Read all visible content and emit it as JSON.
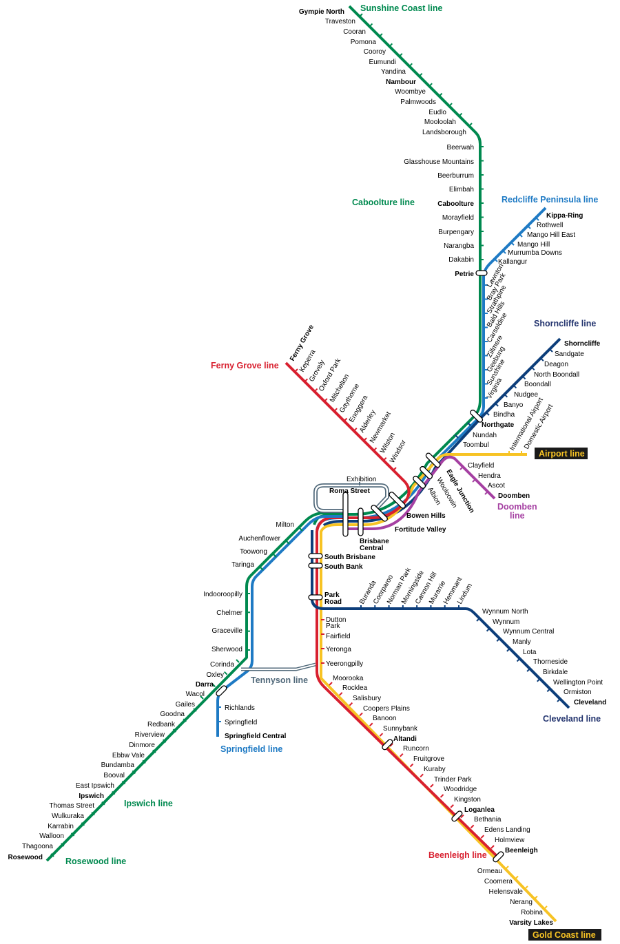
{
  "colors": {
    "green": "#00894f",
    "blue": "#1e7ac4",
    "navy": "#0d3e7a",
    "red": "#d8202f",
    "yellow": "#f7c324",
    "purple": "#a540a2",
    "grey": "#51697a",
    "navy_label": "#24356f"
  },
  "lines": {
    "sunshine_coast": "Sunshine Coast line",
    "caboolture": "Caboolture line",
    "redcliffe": "Redcliffe Peninsula line",
    "shorncliffe": "Shorncliffe line",
    "ferny_grove": "Ferny Grove line",
    "airport": "Airport line",
    "doomben": [
      "Doomben",
      "line"
    ],
    "tennyson": "Tennyson line",
    "springfield": "Springfield line",
    "ipswich": "Ipswich line",
    "rosewood": "Rosewood line",
    "cleveland": "Cleveland line",
    "beenleigh": "Beenleigh line",
    "gold_coast": "Gold Coast line"
  },
  "stations": {
    "sunshine_coast": [
      "Gympie North",
      "Traveston",
      "Cooran",
      "Pomona",
      "Cooroy",
      "Eumundi",
      "Yandina",
      "Nambour",
      "Woombye",
      "Palmwoods",
      "Eudlo",
      "Mooloolah",
      "Landsborough"
    ],
    "caboolture": [
      "Beerwah",
      "Glasshouse Mountains",
      "Beerburrum",
      "Elimbah",
      "Caboolture",
      "Morayfield",
      "Burpengary",
      "Narangba",
      "Dakabin",
      "Petrie"
    ],
    "redcliffe": [
      "Kippa-Ring",
      "Rothwell",
      "Mango Hill East",
      "Mango Hill",
      "Murrumba Downs",
      "Kallangur"
    ],
    "north_trunk": [
      "Lawnton",
      "Bray Park",
      "Strathpine",
      "Bald Hills",
      "Carseldine",
      "Zillmere",
      "Geebung",
      "Sunshine",
      "Virginia"
    ],
    "shorncliffe": [
      "Shorncliffe",
      "Sandgate",
      "Deagon",
      "North Boondall",
      "Boondall",
      "Nudgee",
      "Banyo",
      "Bindha"
    ],
    "inner_north": [
      "Northgate",
      "Nundah",
      "Toombul"
    ],
    "airport": [
      "International Airport",
      "Domestic Airport"
    ],
    "doomben": [
      "Clayfield",
      "Hendra",
      "Ascot",
      "Doomben"
    ],
    "inner_east": [
      "Eagle Junction",
      "Wooloowin",
      "Albion"
    ],
    "ferny_grove": [
      "Ferny Grove",
      "Keperra",
      "Grovely",
      "Oxford Park",
      "Mitchelton",
      "Gaythorne",
      "Enoggera",
      "Alderley",
      "Newmarket",
      "Wilston",
      "Windsor"
    ],
    "city": [
      "Exhibition",
      "Roma Street",
      "Bowen Hills",
      "Fortitude Valley",
      "Brisbane",
      "Central",
      "South Brisbane",
      "South Bank",
      "Park",
      "Road"
    ],
    "western": [
      "Milton",
      "Auchenflower",
      "Toowong",
      "Taringa",
      "Indooroopilly",
      "Chelmer",
      "Graceville",
      "Sherwood",
      "Corinda",
      "Oxley",
      "Darra"
    ],
    "ipswich": [
      "Wacol",
      "Gailes",
      "Goodna",
      "Redbank",
      "Riverview",
      "Dinmore",
      "Ebbw Vale",
      "Bundamba",
      "Booval",
      "East Ipswich",
      "Ipswich",
      "Thomas Street",
      "Wulkuraka",
      "Karrabin",
      "Walloon",
      "Thagoona",
      "Rosewood"
    ],
    "springfield": [
      "Richlands",
      "Springfield",
      "Springfield Central"
    ],
    "cleveland_inner": [
      "Buranda",
      "Coorparoo",
      "Norman Park",
      "Morningside",
      "Cannon Hill",
      "Murarrie",
      "Hemmant",
      "Lindum"
    ],
    "cleveland_outer": [
      "Wynnum North",
      "Wynnum",
      "Wynnum Central",
      "Manly",
      "Lota",
      "Thorneside",
      "Birkdale",
      "Wellington Point",
      "Ormiston",
      "Cleveland"
    ],
    "beenleigh_inner": [
      "Dutton",
      "Park",
      "Fairfield",
      "Yeronga",
      "Yeerongpilly"
    ],
    "beenleigh": [
      "Moorooka",
      "Rocklea",
      "Salisbury",
      "Coopers Plains",
      "Banoon",
      "Sunnybank",
      "Altandi",
      "Runcorn",
      "Fruitgrove",
      "Kuraby",
      "Trinder Park",
      "Woodridge",
      "Kingston",
      "Loganlea",
      "Bethania",
      "Edens Landing",
      "Holmview",
      "Beenleigh"
    ],
    "gold_coast": [
      "Ormeau",
      "Coomera",
      "Helensvale",
      "Nerang",
      "Robina",
      "Varsity Lakes"
    ]
  }
}
